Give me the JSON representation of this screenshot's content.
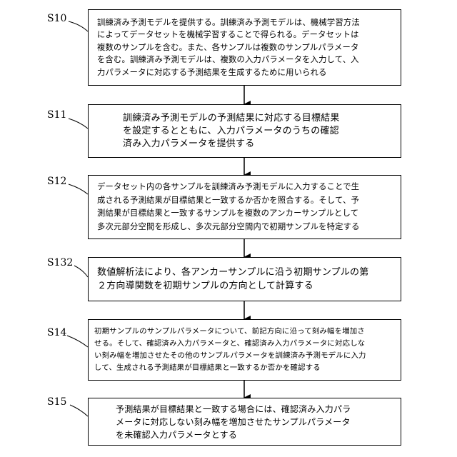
{
  "steps": [
    {
      "label": "S10",
      "text": "訓練済み予測モデルを提供する。訓練済み予測モデルは、機械学習方法\nによってデータセットを機械学習することで得られる。データセットは\n複数のサンプルを含む。また、各サンプルは複数のサンプルパラメータ\nを含む。訓練済み予測モデルは、複数の入力パラメータを入力して、入\n力パラメータに対応する予測結果を生成するために用いられる"
    },
    {
      "label": "S11",
      "text": "訓練済み予測モデルの予測結果に対応する目標結果\nを設定するとともに、入力パラメータのうちの確認\n済み入力パラメータを提供する"
    },
    {
      "label": "S12",
      "text": "データセット内の各サンプルを訓練済み予測モデルに入力することで生\n成される予測結果が目標結果と一致するか否かを照合する。そして、予\n測結果が目標結果と一致するサンプルを複数のアンカーサンプルとして\n多次元部分空間を形成し、多次元部分空間内で初期サンプルを特定する"
    },
    {
      "label": "S132",
      "text": "数値解析法により、各アンカーサンプルに沿う初期サンプルの第\n２方向導関数を初期サンプルの方向として計算する"
    },
    {
      "label": "S14",
      "text": "初期サンプルのサンプルパラメータについて、前記方向に沿って刻み幅を増加さ\nせる。そして、確認済み入力パラメータと、確認済み入力パラメータに対応しな\nい刻み幅を増加させたその他のサンプルパラメータを訓練済み予測モデルに入力\nして、生成される予測結果が目標結果と一致するか否かを確認する"
    },
    {
      "label": "S15",
      "text": "予測結果が目標結果と一致する場合には、確認済み入力パラ\nメータに対応しない刻み幅を増加させたサンプルパラメータ\nを未確認入力パラメータとする"
    }
  ]
}
